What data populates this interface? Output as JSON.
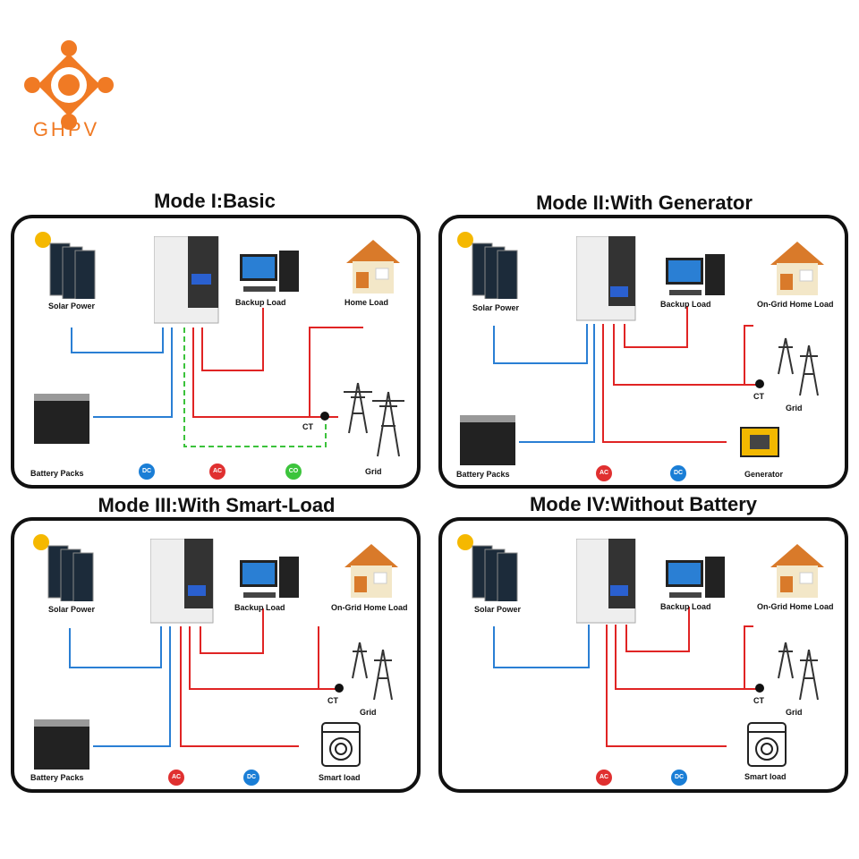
{
  "brand": {
    "name": "GHPV",
    "color": "#f07a24"
  },
  "colors": {
    "dc": "#1a7ed6",
    "ac": "#e03030",
    "co": "#3cc43c",
    "wire_dc": "#2a7fd4",
    "wire_ac": "#e02424",
    "wire_co": "#3bc23b"
  },
  "modes": [
    {
      "title": "Mode I:Basic",
      "labels": {
        "solar": "Solar Power",
        "backup": "Backup Load",
        "home": "Home Load",
        "battery": "Battery Packs",
        "ct": "CT",
        "grid": "Grid"
      },
      "badges": [
        "DC",
        "AC",
        "CO"
      ]
    },
    {
      "title": "Mode II:With Generator",
      "labels": {
        "solar": "Solar Power",
        "backup": "Backup Load",
        "home": "On-Grid Home Load",
        "battery": "Battery Packs",
        "ct": "CT",
        "grid": "Grid",
        "generator": "Generator"
      },
      "badges": [
        "AC",
        "DC"
      ]
    },
    {
      "title": "Mode III:With Smart-Load",
      "labels": {
        "solar": "Solar Power",
        "backup": "Backup Load",
        "home": "On-Grid Home Load",
        "battery": "Battery Packs",
        "ct": "CT",
        "grid": "Grid",
        "smart": "Smart load"
      },
      "badges": [
        "AC",
        "DC"
      ]
    },
    {
      "title": "Mode IV:Without Battery",
      "labels": {
        "solar": "Solar Power",
        "backup": "Backup Load",
        "home": "On-Grid Home Load",
        "ct": "CT",
        "grid": "Grid",
        "smart": "Smart load"
      },
      "badges": [
        "AC",
        "DC"
      ]
    }
  ]
}
